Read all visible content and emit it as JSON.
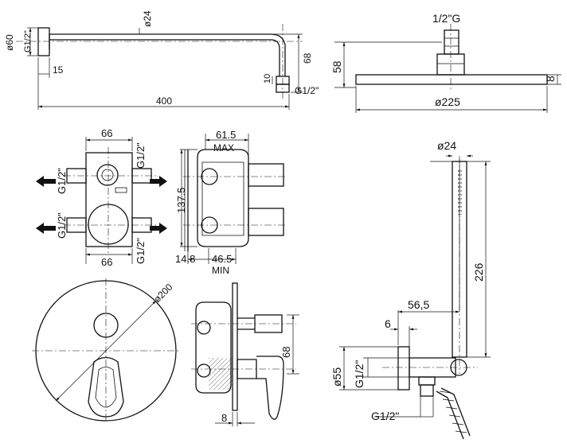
{
  "shower_arm": {
    "d_flange": "ø60",
    "thread_left": "G1/2\"",
    "d_tube": "ø24",
    "offset_15": "15",
    "height_68": "68",
    "height_10": "10",
    "thread_right": "G1/2\"",
    "length": "400"
  },
  "shower_head": {
    "thread": "1/2\"G",
    "height": "58",
    "thickness": "8",
    "diameter": "ø225"
  },
  "valve_front": {
    "width_top": "66",
    "width_bottom": "66",
    "port_left_top": "G1/2\"",
    "port_right_top": "G1/2\"",
    "port_left_bottom": "G1/2\"",
    "port_right_bottom": "G1/2\""
  },
  "valve_side": {
    "depth_max": "61.5",
    "max_label": "MAX",
    "height": "137.5",
    "offset": "14.8",
    "depth_min": "46.5",
    "min_label": "MIN"
  },
  "trim": {
    "diameter": "ø200",
    "projection": "68",
    "plate": "8"
  },
  "hand_shower": {
    "d_handle": "ø24",
    "projection": "56,5",
    "offset": "6",
    "length": "226",
    "d_flange": "ø55",
    "thread_outlet": "G1/2\"",
    "thread_hose": "G1/2\""
  }
}
